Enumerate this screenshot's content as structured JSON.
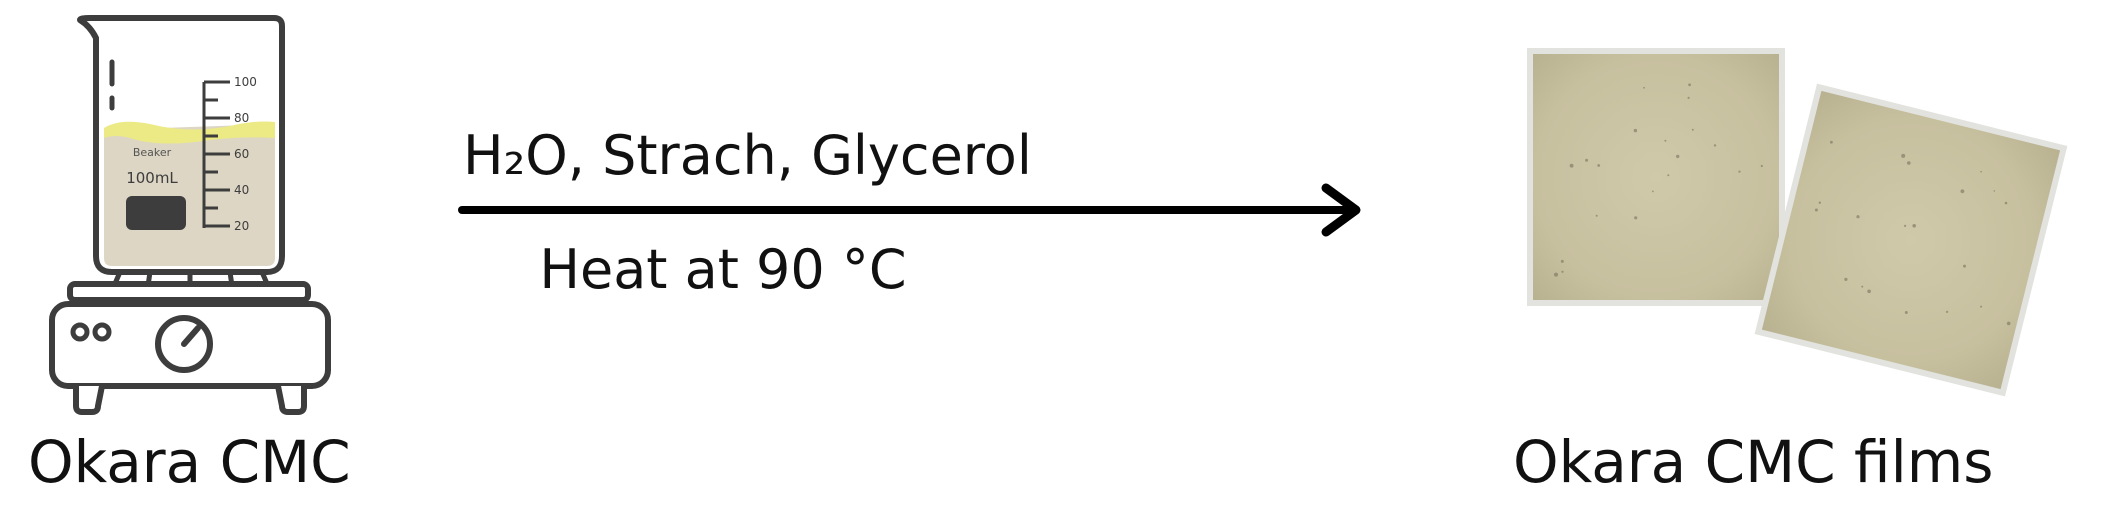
{
  "starting_material": {
    "caption": "Okara CMC",
    "beaker": {
      "brand_text": "Beaker",
      "volume_text": "100mL",
      "scale_marks": [
        "100",
        "80",
        "60",
        "40",
        "20"
      ]
    }
  },
  "reaction": {
    "reagents": "H₂O, Strach, Glycerol",
    "conditions": "Heat at 90 °C"
  },
  "product": {
    "caption": "Okara CMC films"
  },
  "colors": {
    "outline": "#3d3d3d",
    "liquid": "#ddd6c4",
    "liquid_surface": "#ecea84",
    "arrow": "#000000",
    "film_base": "#cbc4a4",
    "film_border": "#e2e3df"
  }
}
